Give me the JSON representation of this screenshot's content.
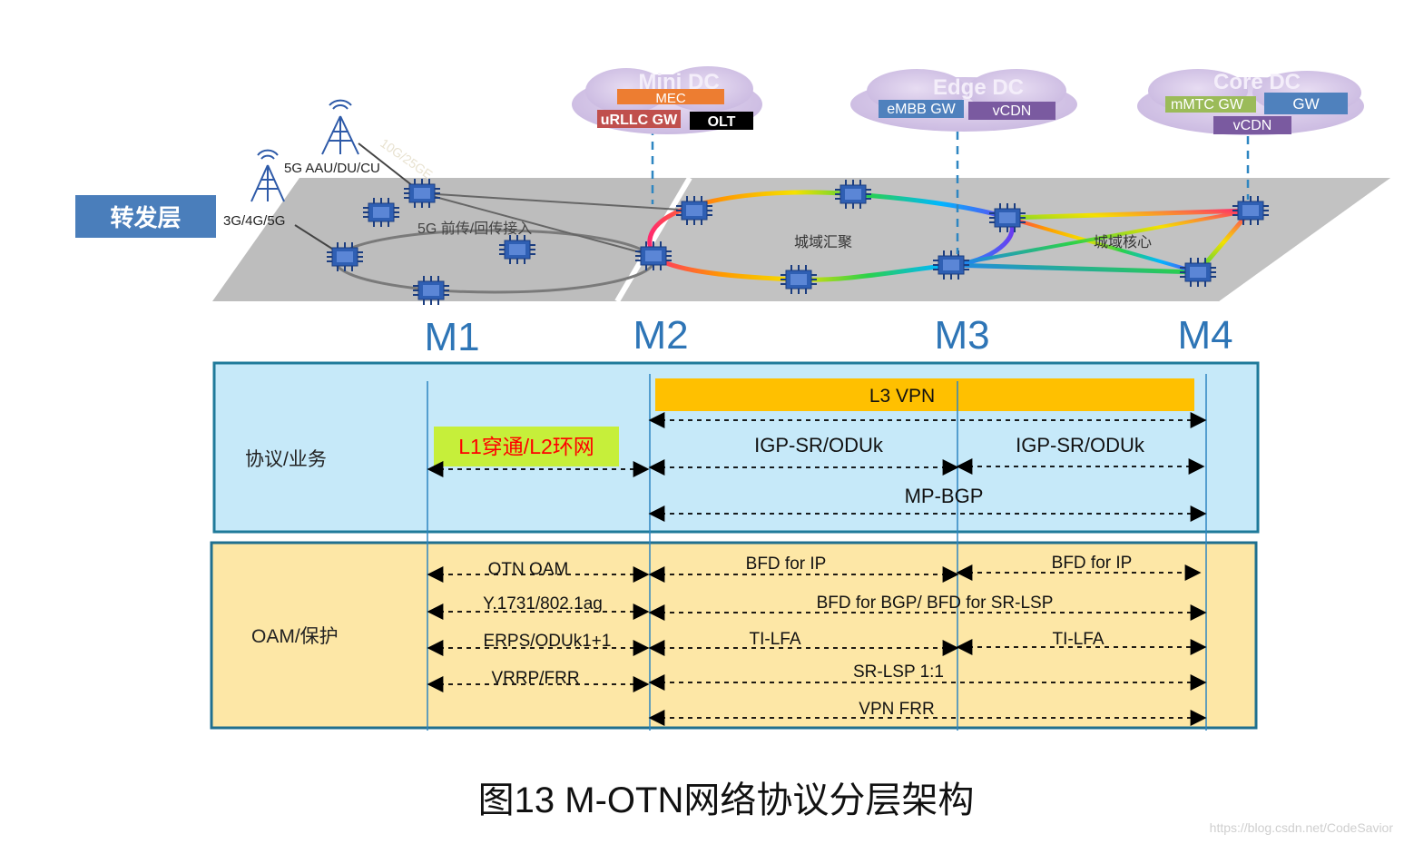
{
  "forward_layer_label": "转发层",
  "radio": {
    "aau_label": "5G AAU/DU/CU",
    "g345_label": "3G/4G/5G",
    "rate_label": "10G/25GE"
  },
  "ring_labels": {
    "access": "5G 前传/回传接入",
    "aggregation": "城域汇聚",
    "core": "城域核心"
  },
  "data_centers": {
    "mini": {
      "title": "Mini DC",
      "mec": "MEC",
      "urllc": "uRLLC GW",
      "olt": "OLT"
    },
    "edge": {
      "title": "Edge DC",
      "embb": "eMBB GW",
      "vcdn": "vCDN"
    },
    "core": {
      "title": "Core DC",
      "mmtc": "mMTC GW",
      "gw": "GW",
      "vcdn": "vCDN"
    }
  },
  "nodes": [
    "M1",
    "M2",
    "M3",
    "M4"
  ],
  "protocol_section": {
    "label": "协议/业务",
    "l3vpn": "L3 VPN",
    "l1l2": "L1穿通/L2环网",
    "igp_left": "IGP-SR/ODUk",
    "igp_right": "IGP-SR/ODUk",
    "mpbgp": "MP-BGP"
  },
  "oam_section": {
    "label": "OAM/保护",
    "otn_oam": "OTN OAM",
    "y1731": "Y.1731/802.1ag",
    "erps": "ERPS/ODUk1+1",
    "vrrp": "VRRP/FRR",
    "bfd_ip_left": "BFD for IP",
    "bfd_ip_right": "BFD for IP",
    "bfd_bgp": "BFD for BGP/ BFD for SR-LSP",
    "tilfa_left": "TI-LFA",
    "tilfa_right": "TI-LFA",
    "srlsp": "SR-LSP 1:1",
    "vpnfrr": "VPN FRR"
  },
  "caption": "图13  M-OTN网络协议分层架构",
  "watermark": "https://blog.csdn.net/CodeSavior",
  "colors": {
    "blue_label": "#4a7ebb",
    "node_text": "#2e75b6",
    "proto_bg": "#c6e9f9",
    "proto_border": "#1f7a9a",
    "oam_bg": "#fde7a6",
    "oam_border": "#1f6f8f",
    "l3vpn_bar": "#ffc000",
    "l1l2_bg": "#c6ef3a",
    "l1l2_text": "#ff0000",
    "plane": "#bdbdbd"
  }
}
